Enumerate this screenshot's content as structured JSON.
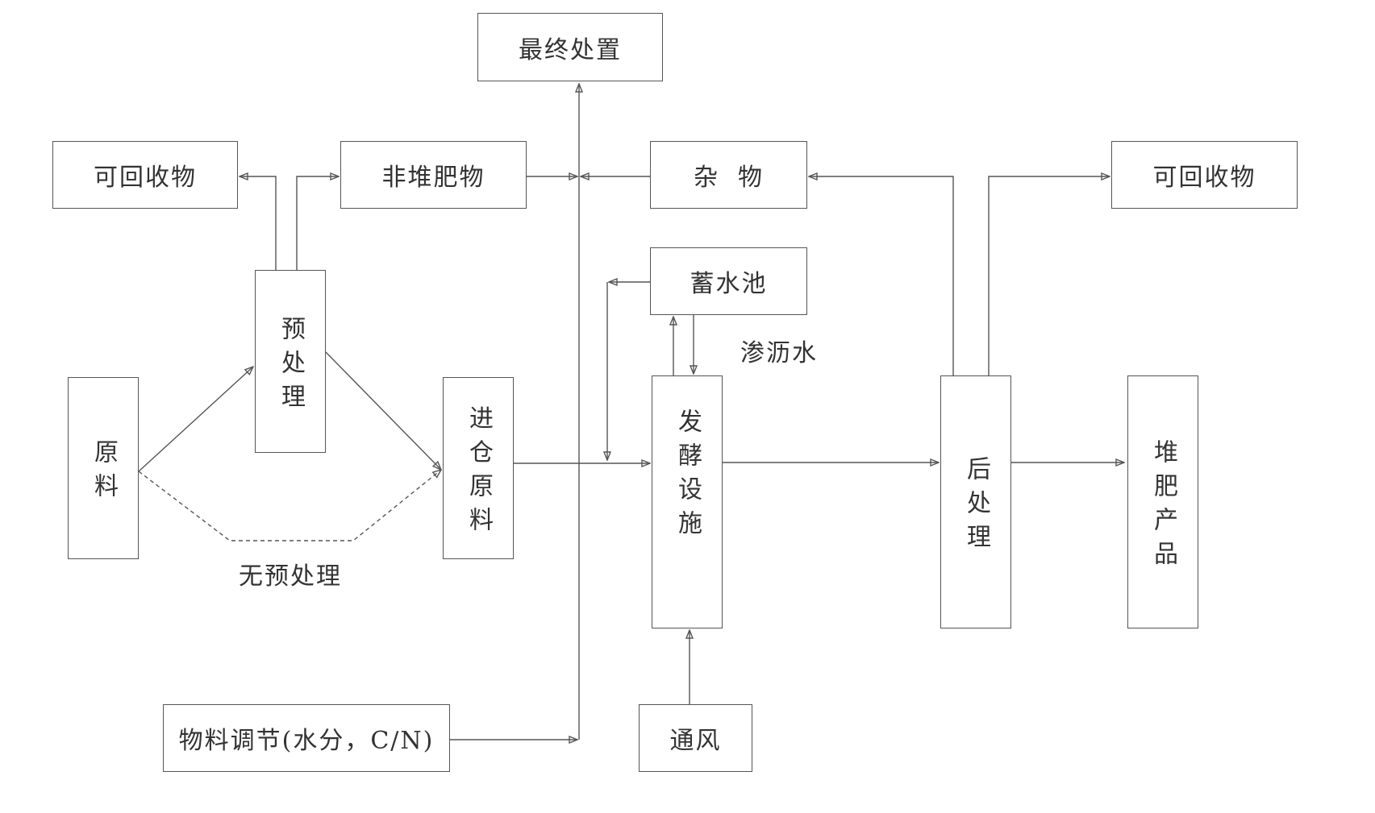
{
  "nodes": {
    "final_disposal": "最终处置",
    "recyclables_left": "可回收物",
    "non_compostables": "非堆肥物",
    "impurities": "杂  物",
    "recyclables_right": "可回收物",
    "pretreatment": "预处理",
    "reservoir": "蓄水池",
    "raw_material": "原料",
    "feed_material": "进仓原料",
    "fermentation": "发酵设施",
    "post_treatment": "后处理",
    "compost_product": "堆肥产品",
    "material_adjustment": "物料调节(水分，C/N)",
    "aeration": "通风"
  },
  "edge_labels": {
    "leachate": "渗沥水",
    "no_pretreatment": "无预处理"
  },
  "colors": {
    "line": "#555555",
    "border": "#555555",
    "text": "#333333",
    "background": "#ffffff"
  }
}
